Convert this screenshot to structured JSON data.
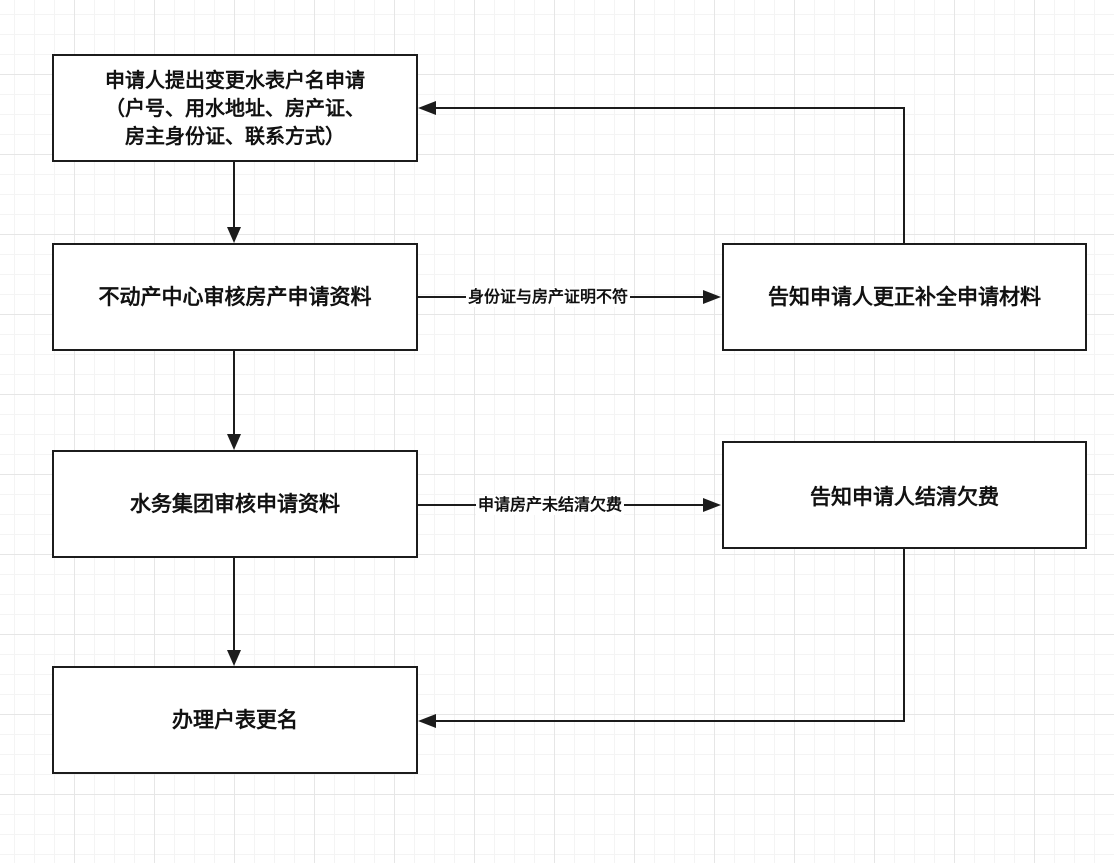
{
  "nodes": {
    "submit_application": {
      "line1": "申请人提出变更水表户名申请",
      "line2": "（户号、用水地址、房产证、",
      "line3": "房主身份证、联系方式）"
    },
    "property_center_review": "不动产中心审核房产申请资料",
    "notify_correct_materials": "告知申请人更正补全申请材料",
    "water_group_review": "水务集团审核申请资料",
    "notify_settle_arrears": "告知申请人结清欠费",
    "process_name_change": "办理户表更名"
  },
  "edges": {
    "id_mismatch": "身份证与房产证明不符",
    "unpaid_fees": "申请房产未结清欠费"
  },
  "colors": {
    "line": "#1c1c1c",
    "grid_major": "#e6e6e6",
    "grid_minor": "#f4f4f4",
    "background": "#ffffff"
  }
}
